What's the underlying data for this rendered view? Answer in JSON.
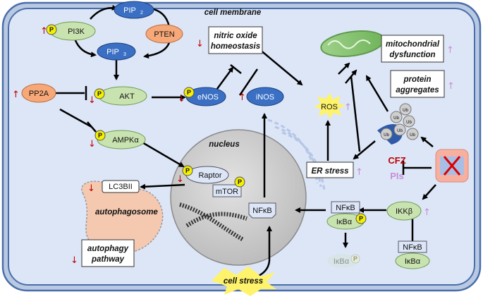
{
  "membrane_label": "cell membrane",
  "nucleus_label": "nucleus",
  "p_badge": "P",
  "ub_badge": "Ub",
  "up_arrow": "↑",
  "down_arrow": "↓",
  "nodes": {
    "pip2": "PIP",
    "pip2_sub": "2",
    "pip3": "PIP",
    "pip3_sub": "3",
    "pi3k": "PI3K",
    "pten": "PTEN",
    "akt": "AKT",
    "pp2a": "PP2A",
    "enos": "eNOS",
    "inos": "iNOS",
    "ampk": "AMPKα",
    "raptor": "Raptor",
    "mtor": "mTOR",
    "lc3bii": "LC3BII",
    "nfkb_nuc": "NFκB",
    "nfkb_complex": "NFκB",
    "ikba_complex": "IκBα",
    "ikba_free": "IκBα",
    "ikkb": "IKKβ",
    "nfkb_bottom": "NFκB",
    "ikba_bottom": "IκBα",
    "ros": "ROS",
    "cell_stress": "cell stress",
    "cfz": "CFZ",
    "pis": "PIs"
  },
  "boxes": {
    "nitric_line1": "nitric oxide",
    "nitric_line2": "homeostasis",
    "mito_line1": "mitochondrial",
    "mito_line2": "dysfunction",
    "protein_line1": "protein",
    "protein_line2": "aggregates",
    "er_stress": "ER stress",
    "autophagy_line1": "autophagy",
    "autophagy_line2": "pathway",
    "autophagosome": "autophagosome"
  },
  "colors": {
    "cell_border": "#4a6fa8",
    "cytoplasm": "#dde6f7",
    "dark_blue_node": "#3a6fc4",
    "green_node": "#c9e3b0",
    "orange_node": "#f7a878",
    "red_arrow": "#c00000",
    "purple_arrow": "#c58fd3",
    "p_badge": "#f5f000"
  }
}
